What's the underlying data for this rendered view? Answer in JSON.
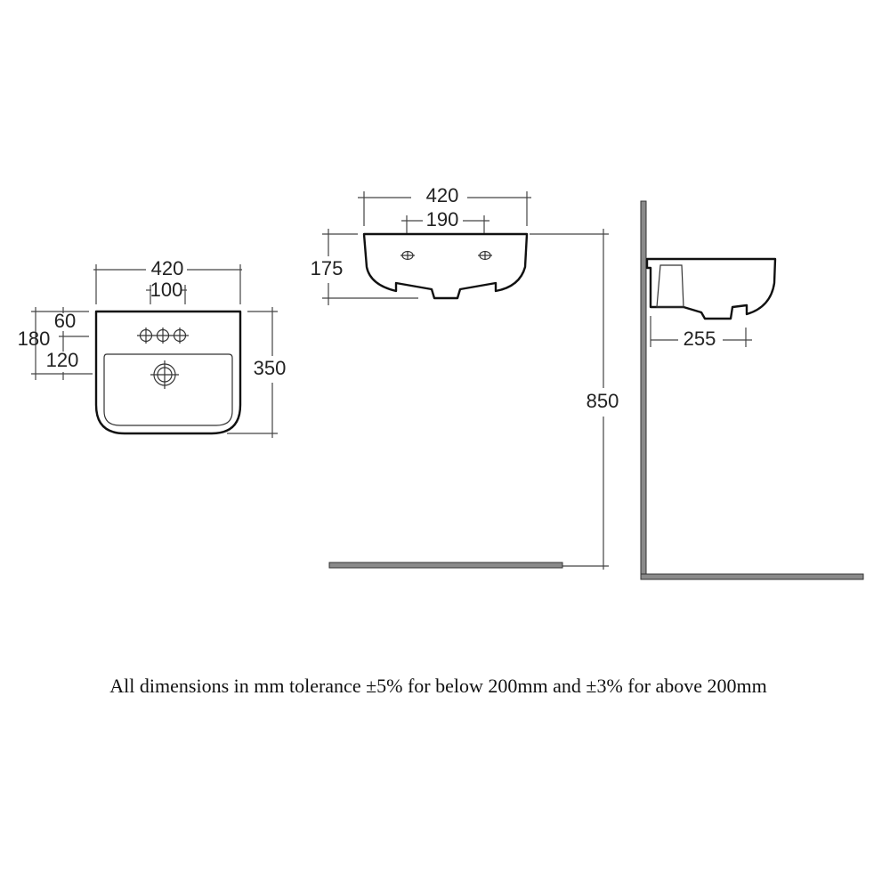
{
  "plan_view": {
    "width": "420",
    "tap_spacing": "100",
    "depth": "350",
    "tap_total": "180",
    "tap_offset": "60",
    "waste_offset": "120"
  },
  "front_view": {
    "width": "420",
    "hole_spacing": "190",
    "height": "175",
    "mount_height": "850"
  },
  "side_view": {
    "projection": "255"
  },
  "caption": "All dimensions in mm tolerance ±5% for below 200mm and ±3% for above 200mm",
  "colors": {
    "wall": "#8a8a8a",
    "outline": "#111111"
  }
}
